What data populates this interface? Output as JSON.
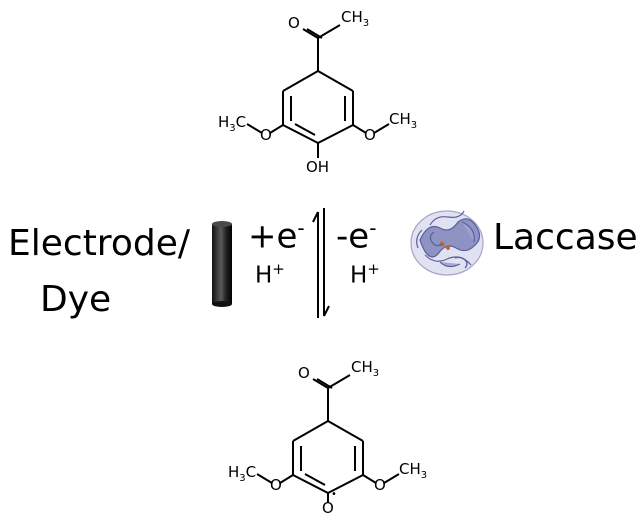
{
  "top_molecule": {
    "o": "O",
    "ch3": "CH",
    "h3c_h": "H",
    "h3c_c": "C",
    "o_left": "O",
    "o_right": "O",
    "ch3_right": "CH",
    "oh": "OH",
    "sub3": "3"
  },
  "bottom_molecule": {
    "o": "O",
    "ch3": "CH",
    "h3c_h": "H",
    "h3c_c": "C",
    "o_left": "O",
    "o_right": "O",
    "ch3_right": "CH",
    "o_radical": "O",
    "radical_dot": "•",
    "sub3": "3"
  },
  "left_label": {
    "line1": "Electrode/",
    "line2": "Dye"
  },
  "right_label": "Laccase",
  "reduction": {
    "electron": "+e",
    "electron_sup": "-",
    "proton": "H",
    "proton_sup": "+"
  },
  "oxidation": {
    "electron": "-e",
    "electron_sup": "-",
    "proton": "H",
    "proton_sup": "+"
  },
  "colors": {
    "text": "#000000",
    "protein": "#8f93c4",
    "electrode_dark": "#1a1a1a"
  },
  "icons": {
    "electrode": "electrode-icon",
    "enzyme": "laccase-protein-icon",
    "arrows": "equilibrium-arrows-icon"
  }
}
